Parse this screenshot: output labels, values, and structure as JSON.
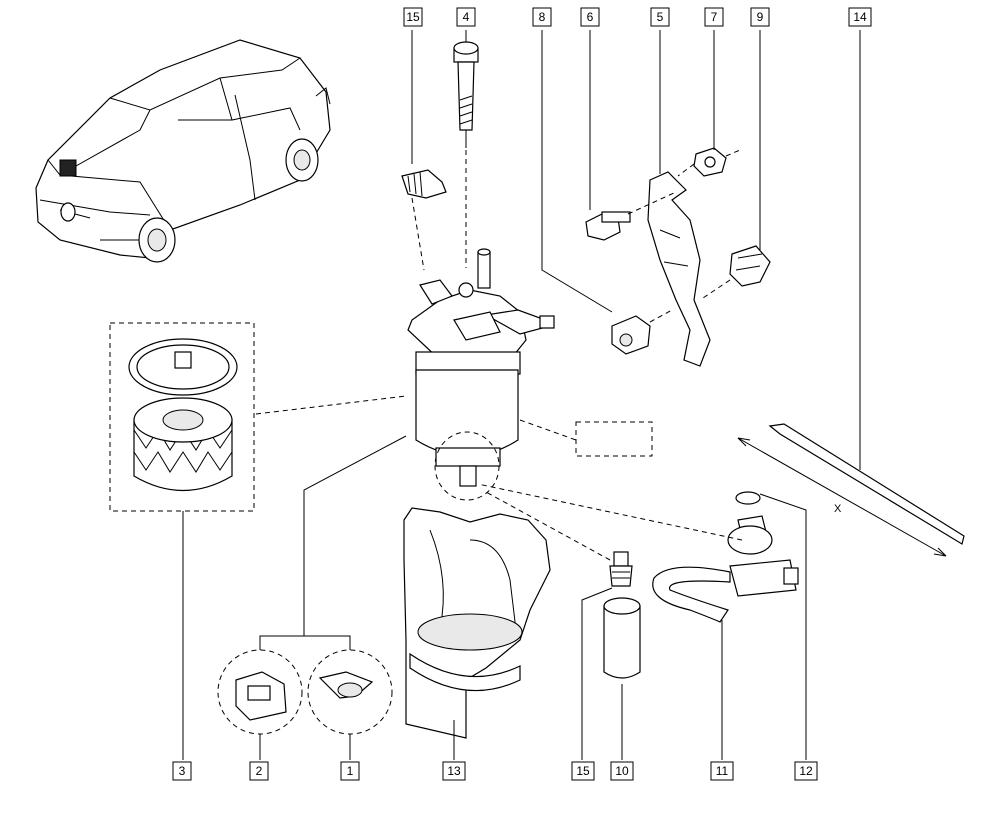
{
  "diagram": {
    "callouts": {
      "c1": "1",
      "c2": "2",
      "c3": "3",
      "c4": "4",
      "c5": "5",
      "c6": "6",
      "c7": "7",
      "c8": "8",
      "c9": "9",
      "c10": "10",
      "c11": "11",
      "c12": "12",
      "c13": "13",
      "c14": "14",
      "c15_top": "15",
      "c15_bottom": "15"
    },
    "dimension_label": "X"
  }
}
